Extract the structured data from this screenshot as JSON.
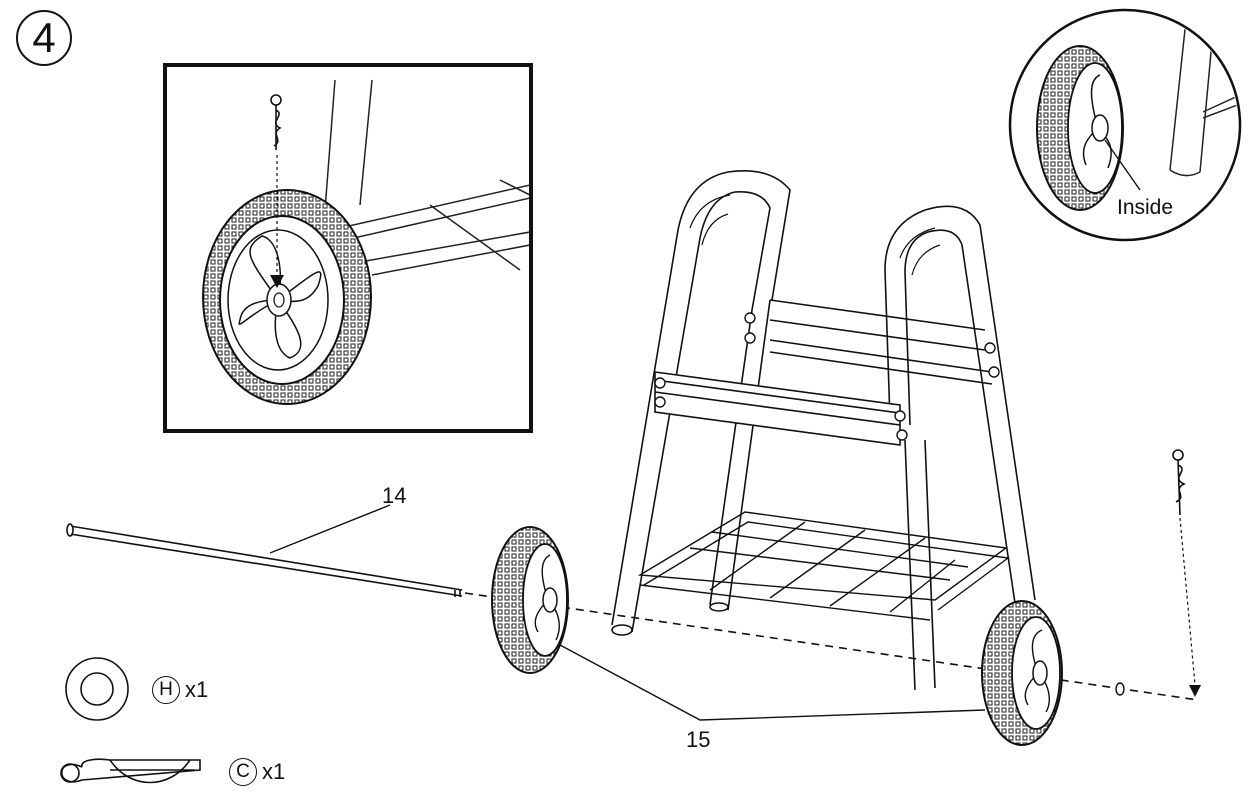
{
  "step": {
    "number": "4"
  },
  "labels": {
    "axle_part_number": "14",
    "wheel_part_number": "15",
    "detail_note": "Inside"
  },
  "hardware": [
    {
      "letter": "H",
      "quantity": "x1",
      "icon": "washer-icon"
    },
    {
      "letter": "C",
      "quantity": "x1",
      "icon": "hitch-pin-clip-icon"
    }
  ],
  "colors": {
    "line": "#111111",
    "background": "#ffffff"
  }
}
